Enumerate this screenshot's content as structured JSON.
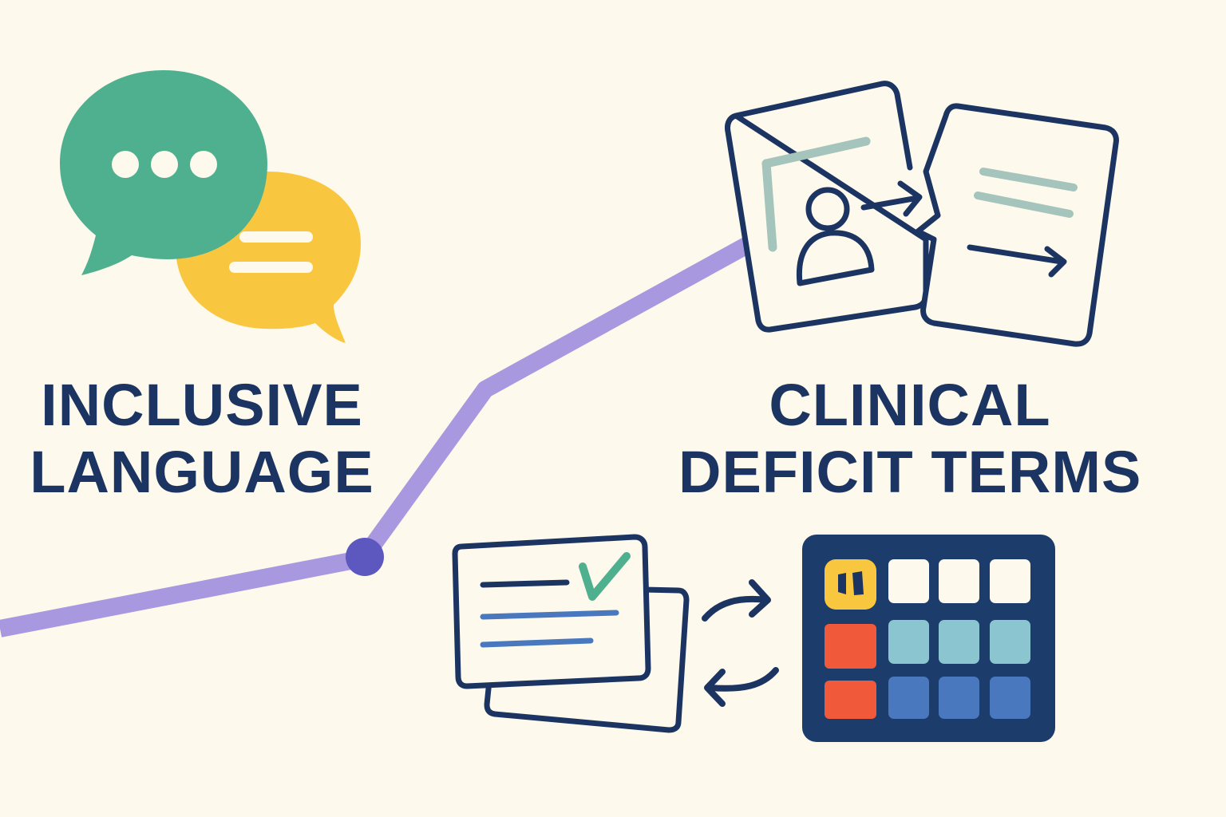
{
  "left_label": {
    "line1": "INCLUSIVE",
    "line2": "LANGUAGE"
  },
  "right_label": {
    "line1": "CLINICAL",
    "line2": "DEFICIT TERMS"
  },
  "colors": {
    "background": "#fdf9ec",
    "navy": "#1c3461",
    "green": "#4fb08f",
    "yellow": "#f9c73f",
    "purple_line": "#a898e0",
    "purple_dot": "#5c58c0",
    "red": "#f05a3a",
    "light_teal": "#8bc6d0",
    "blue": "#4a78be"
  },
  "icons": [
    "speech-bubbles-icon",
    "document-swap-icon",
    "card-check-icon",
    "swap-arrows-icon",
    "symbol-grid-icon"
  ]
}
